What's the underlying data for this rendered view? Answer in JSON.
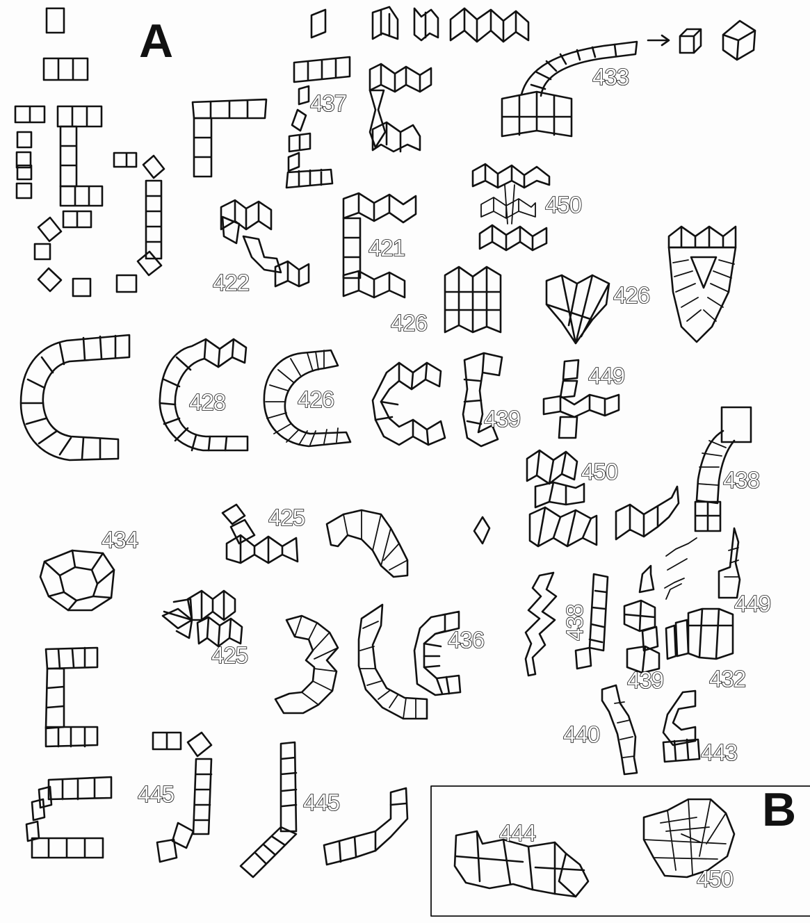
{
  "panels": {
    "a": "A",
    "b": "B"
  },
  "ink_color": "#111111",
  "paper_color": "#fdfdfd",
  "labels": {
    "l433": "433",
    "l437": "437",
    "l450a": "450",
    "l421": "421",
    "l422": "422",
    "l426a": "426",
    "l426b": "426",
    "l428": "428",
    "l426c": "426",
    "l439a": "439",
    "l449a": "449",
    "l450b": "450",
    "l438a": "438",
    "l434": "434",
    "l425a": "425",
    "l425b": "425",
    "l436": "436",
    "l438b": "438",
    "l449b": "449",
    "l439b": "439",
    "l432": "432",
    "l440": "440",
    "l443": "443",
    "l445a": "445",
    "l445b": "445",
    "l444": "444",
    "l450c": "450"
  },
  "arrow_icon": "right-arrow"
}
